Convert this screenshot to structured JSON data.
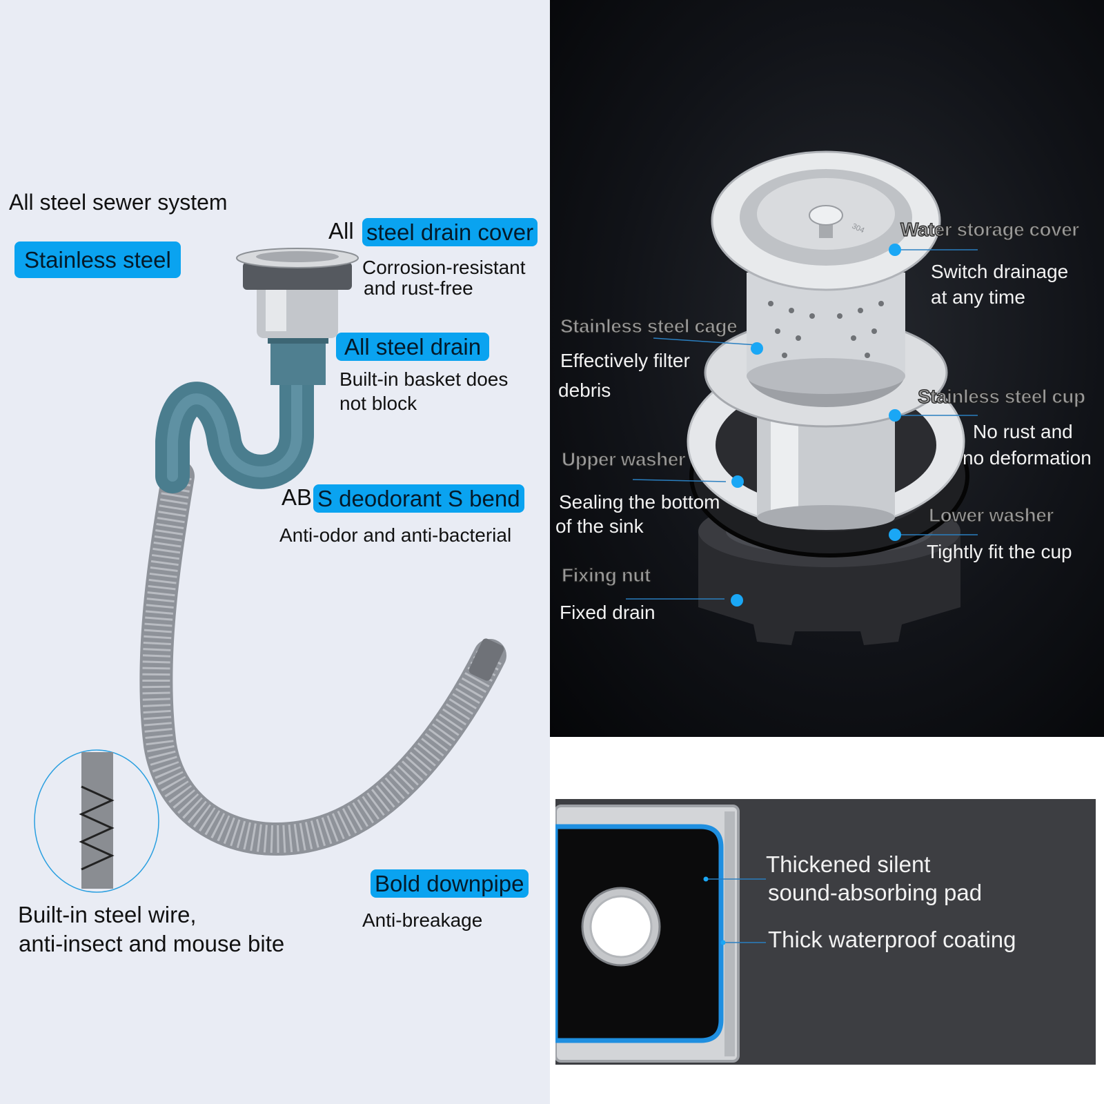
{
  "left": {
    "heading": "All steel sewer system",
    "badge_material": "Stainless steel",
    "drain_cover": {
      "prefix": "All",
      "label": "steel drain cover",
      "line1": "Corrosion-resistant",
      "line2": "and rust-free"
    },
    "all_steel_drain": {
      "label": "All steel drain",
      "line1": "Built-in basket does",
      "line2": "not block"
    },
    "s_bend": {
      "prefix": "AB",
      "label": "S deodorant S bend",
      "desc": "Anti-odor and anti-bacterial"
    },
    "downpipe": {
      "label": "Bold downpipe",
      "desc": "Anti-breakage"
    },
    "steel_wire": {
      "line1": "Built-in steel wire,",
      "line2": "anti-insect and mouse bite"
    }
  },
  "exploded": {
    "lid_mark": "304",
    "water_cover": {
      "title": "Water storage cover",
      "line1": "Switch drainage",
      "line2": "at any time"
    },
    "cage": {
      "title": "Stainless steel cage",
      "line1": "Effectively filter",
      "line2": "debris"
    },
    "cup": {
      "title": "Stainless steel cup",
      "line1": "No rust and",
      "line2": "no deformation"
    },
    "upper_washer": {
      "title": "Upper washer",
      "line1": "Sealing the bottom",
      "line2": "of the sink"
    },
    "lower_washer": {
      "title": "Lower washer",
      "line1": "Tightly fit the cup"
    },
    "fixing_nut": {
      "title": "Fixing nut",
      "line1": "Fixed drain"
    }
  },
  "sink": {
    "pad": {
      "line1": "Thickened silent",
      "line2": "sound-absorbing pad"
    },
    "coating": "Thick waterproof coating"
  },
  "colors": {
    "accent": "#0aa3f0",
    "dot": "#1aa7f5",
    "dark_bg": "#111318",
    "left_bg": "#e9ecf4"
  }
}
